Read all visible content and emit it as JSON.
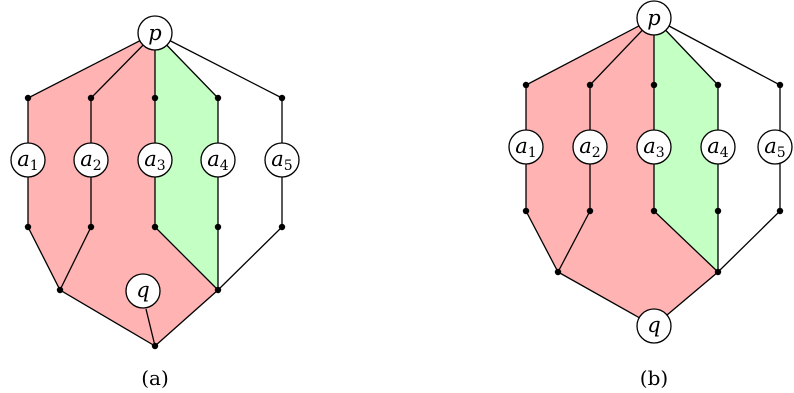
{
  "colors": {
    "red_region": "#ffb3b3",
    "green_region": "#c4ffc4",
    "ink": "#000000",
    "background": "#ffffff"
  },
  "diagrams": [
    {
      "caption": "(a)",
      "nodes": [
        {
          "var": "p",
          "sub": ""
        },
        {
          "var": "a",
          "sub": "1"
        },
        {
          "var": "a",
          "sub": "2"
        },
        {
          "var": "a",
          "sub": "3"
        },
        {
          "var": "a",
          "sub": "4"
        },
        {
          "var": "a",
          "sub": "5"
        },
        {
          "var": "q",
          "sub": ""
        }
      ]
    },
    {
      "caption": "(b)",
      "nodes": [
        {
          "var": "p",
          "sub": ""
        },
        {
          "var": "a",
          "sub": "1"
        },
        {
          "var": "a",
          "sub": "2"
        },
        {
          "var": "a",
          "sub": "3"
        },
        {
          "var": "a",
          "sub": "4"
        },
        {
          "var": "a",
          "sub": "5"
        },
        {
          "var": "q",
          "sub": ""
        }
      ]
    }
  ]
}
